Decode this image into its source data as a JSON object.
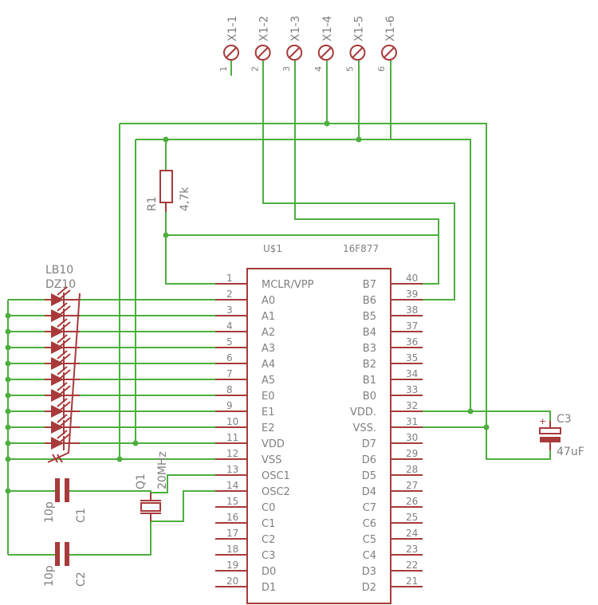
{
  "connector": {
    "pins": [
      {
        "label": "X1-1",
        "num": "1"
      },
      {
        "label": "X1-2",
        "num": "2"
      },
      {
        "label": "X1-3",
        "num": "3"
      },
      {
        "label": "X1-4",
        "num": "4"
      },
      {
        "label": "X1-5",
        "num": "5"
      },
      {
        "label": "X1-6",
        "num": "6"
      }
    ]
  },
  "r1": {
    "name": "R1",
    "value": "4,7k"
  },
  "ic": {
    "name": "U$1",
    "part": "16F877"
  },
  "left_pins": [
    {
      "num": "1",
      "name": "MCLR/VPP"
    },
    {
      "num": "2",
      "name": "A0"
    },
    {
      "num": "3",
      "name": "A1"
    },
    {
      "num": "4",
      "name": "A2"
    },
    {
      "num": "5",
      "name": "A3"
    },
    {
      "num": "6",
      "name": "A4"
    },
    {
      "num": "7",
      "name": "A5"
    },
    {
      "num": "8",
      "name": "E0"
    },
    {
      "num": "9",
      "name": "E1"
    },
    {
      "num": "10",
      "name": "E2"
    },
    {
      "num": "11",
      "name": "VDD"
    },
    {
      "num": "12",
      "name": "VSS"
    },
    {
      "num": "13",
      "name": "OSC1"
    },
    {
      "num": "14",
      "name": "OSC2"
    },
    {
      "num": "15",
      "name": "C0"
    },
    {
      "num": "16",
      "name": "C1"
    },
    {
      "num": "17",
      "name": "C2"
    },
    {
      "num": "18",
      "name": "C3"
    },
    {
      "num": "19",
      "name": "D0"
    },
    {
      "num": "20",
      "name": "D1"
    }
  ],
  "right_pins": [
    {
      "num": "40",
      "name": "B7"
    },
    {
      "num": "39",
      "name": "B6"
    },
    {
      "num": "38",
      "name": "B5"
    },
    {
      "num": "37",
      "name": "B4"
    },
    {
      "num": "36",
      "name": "B3"
    },
    {
      "num": "35",
      "name": "B2"
    },
    {
      "num": "34",
      "name": "B1"
    },
    {
      "num": "33",
      "name": "B0"
    },
    {
      "num": "32",
      "name": "VDD."
    },
    {
      "num": "31",
      "name": "VSS."
    },
    {
      "num": "30",
      "name": "D7"
    },
    {
      "num": "29",
      "name": "D6"
    },
    {
      "num": "28",
      "name": "D5"
    },
    {
      "num": "27",
      "name": "D4"
    },
    {
      "num": "26",
      "name": "C7"
    },
    {
      "num": "25",
      "name": "C6"
    },
    {
      "num": "24",
      "name": "C5"
    },
    {
      "num": "23",
      "name": "C4"
    },
    {
      "num": "22",
      "name": "D3"
    },
    {
      "num": "21",
      "name": "D2"
    }
  ],
  "ledbar": {
    "name": "LB10",
    "value": "DZ10"
  },
  "c1": {
    "name": "C1",
    "value": "10p"
  },
  "c2": {
    "name": "C2",
    "value": "10p"
  },
  "q1": {
    "name": "Q1",
    "value": "20MHz"
  },
  "c3": {
    "name": "C3",
    "value": "47uF"
  },
  "colors": {
    "wire": "#4caf3e",
    "part": "#a83a3a",
    "text": "#808080",
    "background": "#ffffff"
  }
}
